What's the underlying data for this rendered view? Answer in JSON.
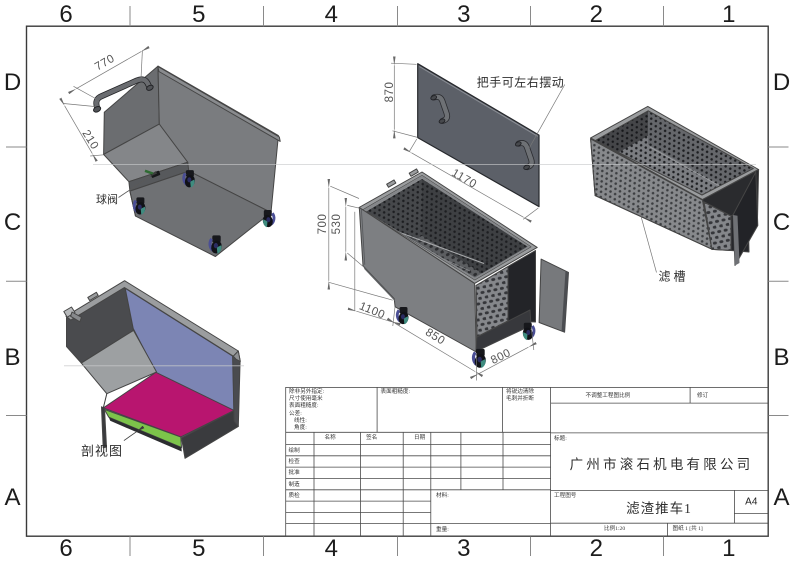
{
  "sheet": {
    "zone_cols": [
      "6",
      "5",
      "4",
      "3",
      "2",
      "1"
    ],
    "zone_rows": [
      "D",
      "C",
      "B",
      "A"
    ]
  },
  "views": {
    "cart_closed": {
      "dim_width": "770",
      "dim_offset": "210",
      "valve_label": "球阀"
    },
    "lid_panel": {
      "dim_height": "870",
      "dim_length": "1170",
      "handle_note": "把手可左右摆动"
    },
    "cart_open": {
      "dim_total_height": "700",
      "dim_wall_height": "530",
      "dim_slope_length": "1100",
      "dim_bottom_length": "850",
      "dim_width": "800"
    },
    "basket": {
      "label": "滤槽"
    },
    "section": {
      "label": "剖视图"
    }
  },
  "title_block": {
    "general_notes": [
      "除非另外指定:",
      "尺寸使用毫米",
      "表面粗糙度:",
      "公差:",
      "线性:",
      "角度:"
    ],
    "surface_finish_label": "表面粗糙度:",
    "deburr_note_line1": "将锐边清除",
    "deburr_note_line2": "毛刺并折断",
    "do_not_scale": "不调整工程图比例",
    "revision_label": "修订",
    "sign_headers": [
      "名称",
      "签名",
      "日期"
    ],
    "sign_rows": [
      "绘制",
      "检查",
      "批准",
      "制造",
      "质检"
    ],
    "material_label": "材料:",
    "weight_label": "重量:",
    "title_label": "标题:",
    "company": "广州市滚石机电有限公司",
    "drawing_no_label": "工程图号",
    "drawing_no": "滤渣推车1",
    "paper_size": "A4",
    "scale_note": "比例1:20",
    "sheet_note": "图纸 1 [共 1]"
  },
  "colors": {
    "edge": "#3a3a3a",
    "wall": "#7a7c7f",
    "wall_dark": "#6b6d70",
    "slope": "#848689",
    "rim": "#9a9c9e",
    "base_dark": "#55575a",
    "interior": "#36373a",
    "perf_base": "#898b8e",
    "panel": "#5c6068",
    "section_blue": "#7c85b4",
    "section_magenta": "#b8156f",
    "section_green": "#7cc34a",
    "section_gray": "#9da0a2",
    "caster_teal": "#2e8f7f",
    "caster_blue": "#3d3f8f",
    "valve_green": "#2d5c2d"
  }
}
